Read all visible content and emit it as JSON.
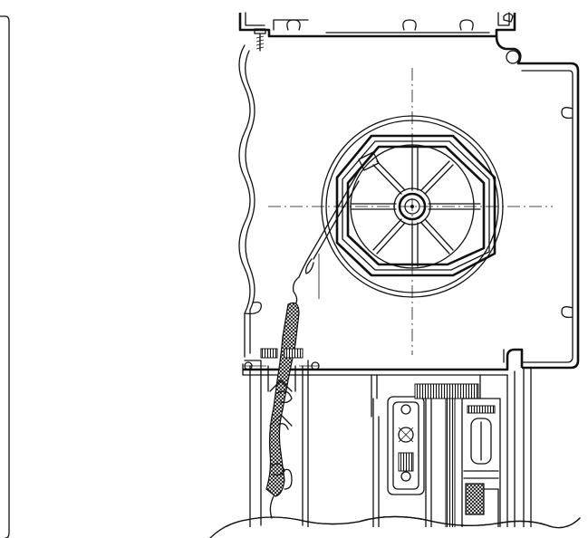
{
  "drawing": {
    "subject": "",
    "components": {
      "housing": "roller-shutter-box-housing",
      "drum": "octagonal-winding-drum",
      "curtain": "fabric-curtain",
      "guide_rail": "curtain-guide-channel",
      "window_frame": "window-frame-profile",
      "gear_rack": "toothed-rack"
    },
    "colors": {
      "line": "#111111",
      "background": "#ffffff"
    }
  }
}
